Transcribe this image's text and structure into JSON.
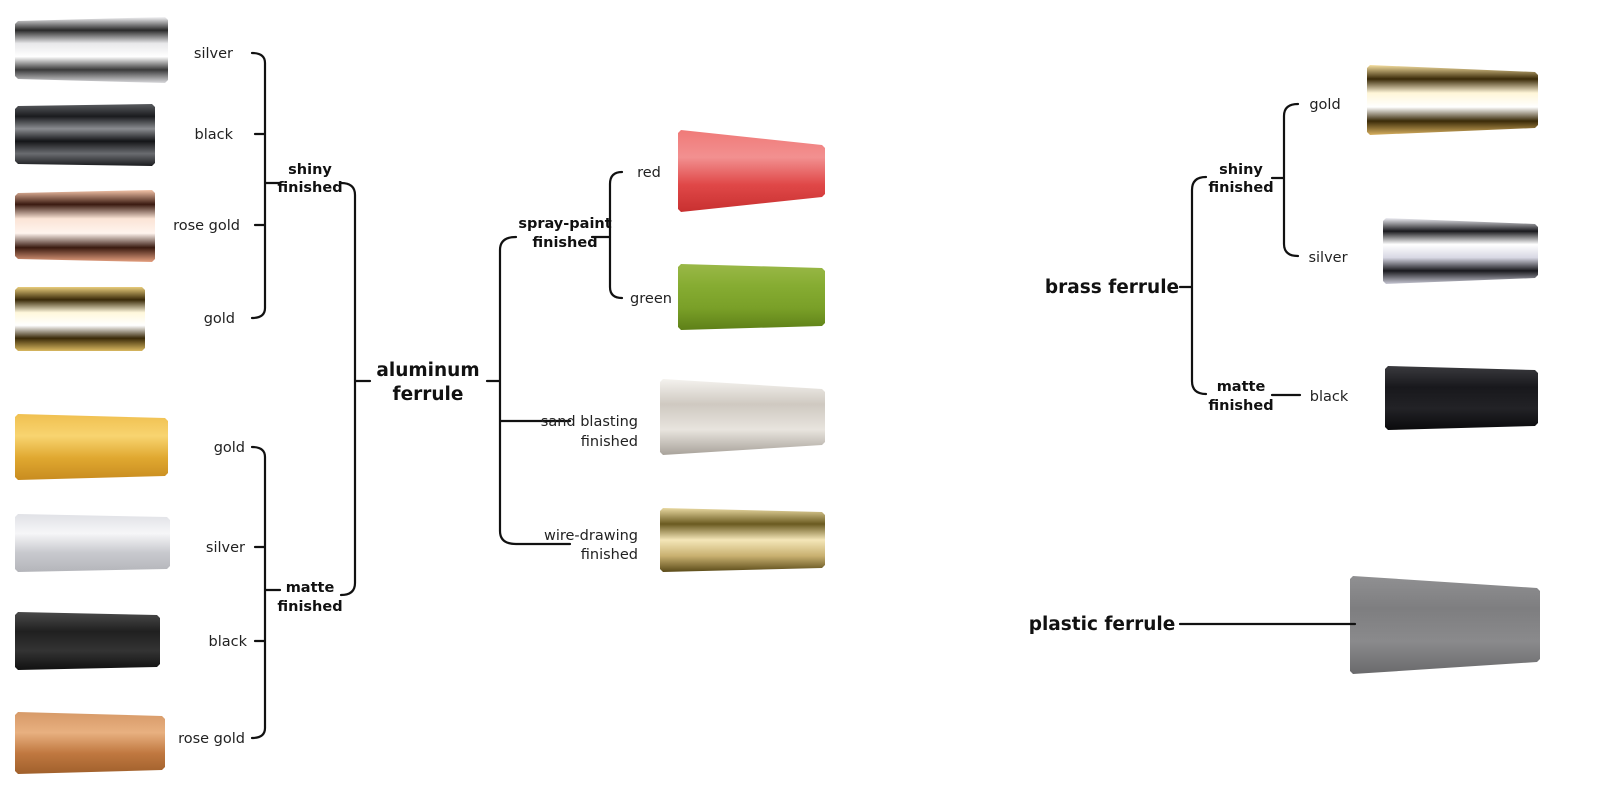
{
  "aluminum": {
    "title_line1": "aluminum",
    "title_line2": "ferrule",
    "shiny": {
      "line1": "shiny",
      "line2": "finished",
      "items": [
        "silver",
        "black",
        "rose gold",
        "gold"
      ]
    },
    "matte": {
      "line1": "matte",
      "line2": "finished",
      "items": [
        "gold",
        "silver",
        "black",
        "rose gold"
      ]
    },
    "spray": {
      "line1": "spray-paint",
      "line2": "finished",
      "items": [
        "red",
        "green"
      ]
    },
    "sand": {
      "line1": "sand blasting",
      "line2": "finished"
    },
    "wire": {
      "line1": "wire-drawing",
      "line2": "finished"
    }
  },
  "brass": {
    "title": "brass ferrule",
    "shiny": {
      "line1": "shiny",
      "line2": "finished",
      "items": [
        "gold",
        "silver"
      ]
    },
    "matte": {
      "line1": "matte",
      "line2": "finished",
      "items": [
        "black"
      ]
    }
  },
  "plastic": {
    "title": "plastic ferrule"
  },
  "ferrule_colors": {
    "al-shiny-silver": [
      "#f4f4f6",
      "#2a2a2a",
      "#e8e8ea",
      "#ffffff",
      "#3a3a3a",
      "#d9d9dc"
    ],
    "al-shiny-black": [
      "#5a5c60",
      "#1a1b1e",
      "#8a8c90",
      "#141518",
      "#6a6c70",
      "#1a1b1e"
    ],
    "al-shiny-rose-gold": [
      "#f3c3a8",
      "#3a1a10",
      "#fbe4d6",
      "#fff4ee",
      "#3a1a10",
      "#e6a080"
    ],
    "al-shiny-gold": [
      "#e9cd7c",
      "#3a2a08",
      "#fff8dc",
      "#ffffff",
      "#3a2a08",
      "#d8b860"
    ],
    "al-matte-gold": [
      "#f0c050",
      "#f8d470",
      "#e0a830",
      "#c88c20"
    ],
    "al-matte-silver": [
      "#e0e1e6",
      "#f6f6f8",
      "#c8c9ce",
      "#b4b5ba"
    ],
    "al-matte-black": [
      "#4a4a4a",
      "#202020",
      "#333333",
      "#111111"
    ],
    "al-matte-rose-gold": [
      "#d79a68",
      "#e8b080",
      "#c07840",
      "#a0602c"
    ],
    "al-spray-red": [
      "#f07a78",
      "#f29090",
      "#e04848",
      "#c83030"
    ],
    "al-spray-green": [
      "#9ab848",
      "#86ac32",
      "#7aa028",
      "#5e8018"
    ],
    "al-sand-blasting": [
      "#f4f2ee",
      "#cfc9c1",
      "#e8e4de",
      "#a8a29a"
    ],
    "al-wire-drawing": [
      "#e8d8a0",
      "#6a5a20",
      "#f4e6b8",
      "#c8b070",
      "#5a4a18"
    ],
    "brass-shiny-gold": [
      "#f6e0a0",
      "#3a2a08",
      "#fff6d8",
      "#ffffff",
      "#3a2a08",
      "#d8b060"
    ],
    "brass-shiny-silver": [
      "#eeeef4",
      "#1a1a1e",
      "#ffffff",
      "#d8d8e4",
      "#1a1a1e",
      "#c8c8d4"
    ],
    "brass-matte-black": [
      "#3a3a3e",
      "#18181c",
      "#222226",
      "#0a0a0c"
    ],
    "plastic-gray": [
      "#909092",
      "#7e7e80",
      "#8a8a8c",
      "#6a6a6c"
    ]
  }
}
